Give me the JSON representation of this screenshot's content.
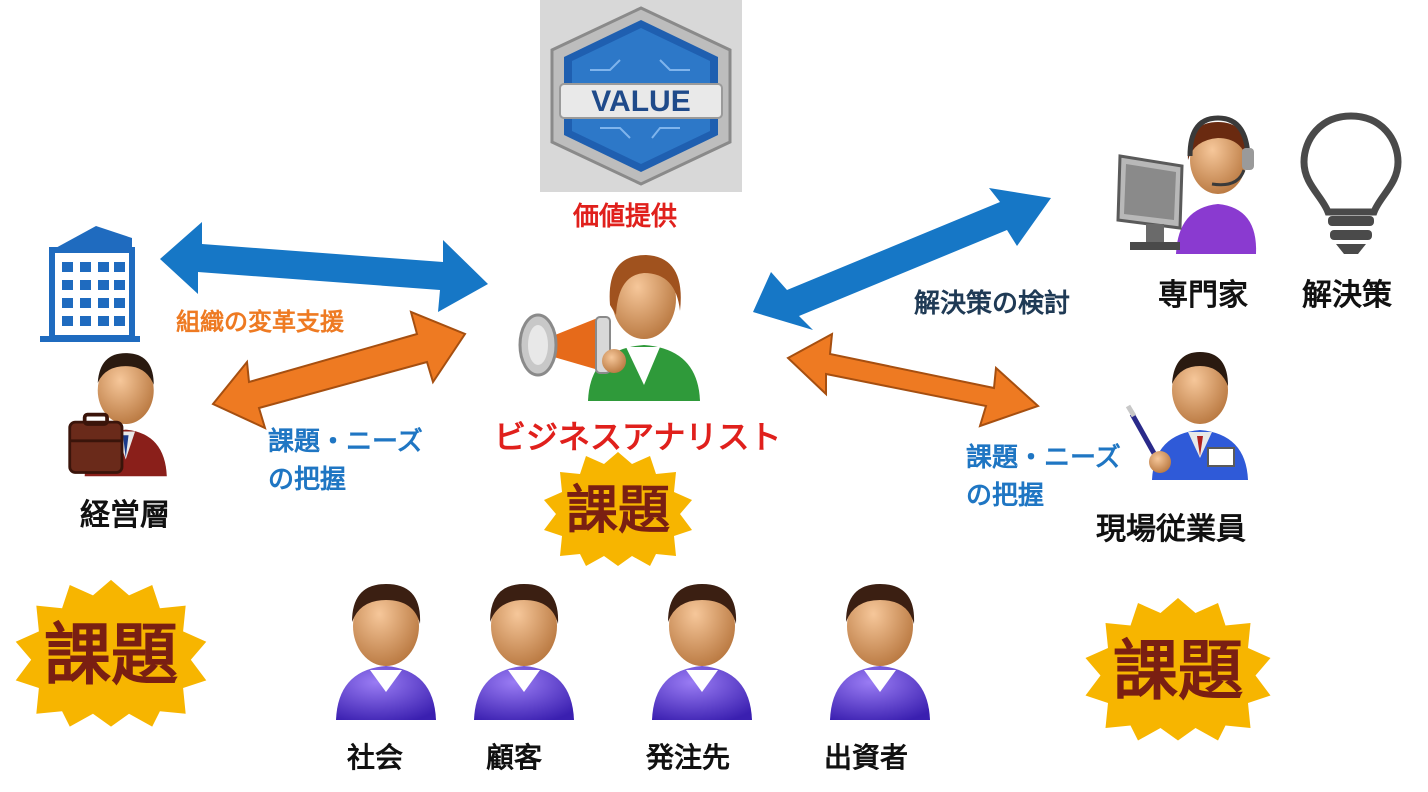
{
  "value_badge": {
    "text": "VALUE"
  },
  "center": {
    "value_label": "価値提供",
    "analyst_label": "ビジネスアナリスト"
  },
  "left": {
    "org_support": "組織の変革支援",
    "issue_needs_line1": "課題・ニーズ",
    "issue_needs_line2": "の把握",
    "management_label": "経営層"
  },
  "right": {
    "solution_study": "解決策の検討",
    "expert_label": "専門家",
    "solution_label": "解決策",
    "issue_needs_line1": "課題・ニーズ",
    "issue_needs_line2": "の把握",
    "field_staff_label": "現場従業員"
  },
  "issue_badge": {
    "text": "課題"
  },
  "stakeholders": [
    {
      "label": "社会"
    },
    {
      "label": "顧客"
    },
    {
      "label": "発注先"
    },
    {
      "label": "出資者"
    }
  ],
  "colors": {
    "blue_arrow": "#1677c6",
    "orange_arrow": "#ee7a22",
    "badge_yellow": "#f7b500",
    "badge_text": "#7a1f12",
    "red_text": "#e0201c"
  },
  "icons": {
    "value": "value-hexagon-icon",
    "building": "office-building-icon",
    "executive": "executive-with-briefcase-icon",
    "analyst": "analyst-with-megaphone-icon",
    "expert": "operator-at-computer-icon",
    "bulb": "light-bulb-icon",
    "worker": "worker-with-pen-icon",
    "stakeholder": "person-icon"
  }
}
